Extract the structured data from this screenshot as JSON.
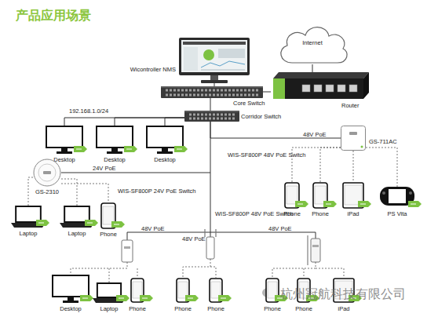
{
  "diagram": {
    "title": "产品应用场景",
    "nodes": [
      {
        "text": [
          "Wicontroller NMS"
        ]
      },
      {
        "text": [
          "Internet"
        ]
      },
      {
        "text": [
          "Core Switch"
        ]
      },
      {
        "text": [
          "Router"
        ]
      },
      {
        "text": [
          "Corridor Switch"
        ]
      },
      {
        "text": [
          "Desktop"
        ]
      },
      {
        "text": [
          "Desktop"
        ]
      },
      {
        "text": [
          "Desktop"
        ]
      },
      {
        "text": [
          "GS-711AC"
        ]
      },
      {
        "text": [
          "GS-2310"
        ]
      },
      {
        "text": [
          "Laptop"
        ]
      },
      {
        "text": [
          "Laptop"
        ]
      },
      {
        "text": [
          "Phone"
        ]
      },
      {
        "text": [
          "Phone"
        ]
      },
      {
        "text": [
          "Phone"
        ]
      },
      {
        "text": [
          "iPad"
        ]
      },
      {
        "text": [
          "PS Vita"
        ]
      },
      {
        "text": [
          "Desktop"
        ]
      },
      {
        "text": [
          "Laptop"
        ]
      },
      {
        "text": [
          "Phone"
        ]
      },
      {
        "text": [
          "Phone"
        ]
      },
      {
        "text": [
          "Phone"
        ]
      },
      {
        "text": [
          "Phone"
        ]
      },
      {
        "text": [
          "Phone"
        ]
      },
      {
        "text": [
          "iPad"
        ]
      }
    ],
    "edges": [
      {
        "from": 1,
        "to": 3,
        "arrow": "none"
      },
      {
        "from": 2,
        "to": 3,
        "arrow": "none"
      },
      {
        "from": 2,
        "to": 0,
        "arrow": "none"
      },
      {
        "from": 2,
        "to": 4,
        "arrow": "none"
      },
      {
        "from": 4,
        "to": 5,
        "arrow": "none"
      },
      {
        "from": 4,
        "to": 6,
        "arrow": "none"
      },
      {
        "from": 4,
        "to": 7,
        "arrow": "none"
      },
      {
        "from": 4,
        "to": 9,
        "label": "24V PoE",
        "arrow": "none"
      },
      {
        "from": 4,
        "to": 8,
        "label": "48V PoE",
        "arrow": "none"
      },
      {
        "from": 9,
        "to": 10,
        "arrow": "none"
      },
      {
        "from": 9,
        "to": 11,
        "arrow": "none"
      },
      {
        "from": 9,
        "to": 12,
        "arrow": "none"
      },
      {
        "from": 8,
        "to": 13,
        "arrow": "none"
      },
      {
        "from": 8,
        "to": 14,
        "arrow": "none"
      },
      {
        "from": 8,
        "to": 15,
        "arrow": "none"
      },
      {
        "from": 8,
        "to": 16,
        "arrow": "none"
      }
    ],
    "labels": [
      "192.168.1.0/24",
      "WIS-SF800P 24V PoE Switch",
      "WIS-SF800P 48V PoE Switch",
      "WIS-SF800P 48V PoE Switch",
      "48V PoE",
      "48V PoE",
      "48V PoE",
      "杭州冠航科技有限公司"
    ]
  }
}
